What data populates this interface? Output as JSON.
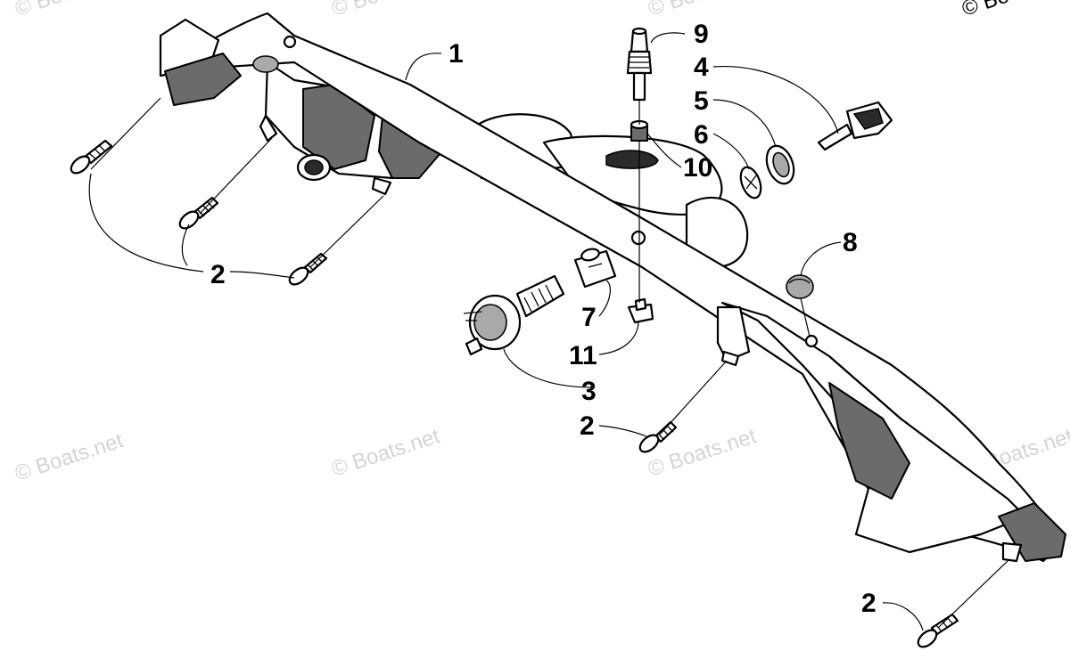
{
  "diagram": {
    "callouts": [
      "1",
      "2",
      "3",
      "4",
      "5",
      "6",
      "7",
      "8",
      "9",
      "10",
      "11"
    ],
    "repeated_callouts": {
      "screw_left_group": "2",
      "screw_center": "2",
      "screw_right": "2"
    }
  },
  "watermark": {
    "text": "© Boats.net",
    "corner_text": "© Bo"
  }
}
